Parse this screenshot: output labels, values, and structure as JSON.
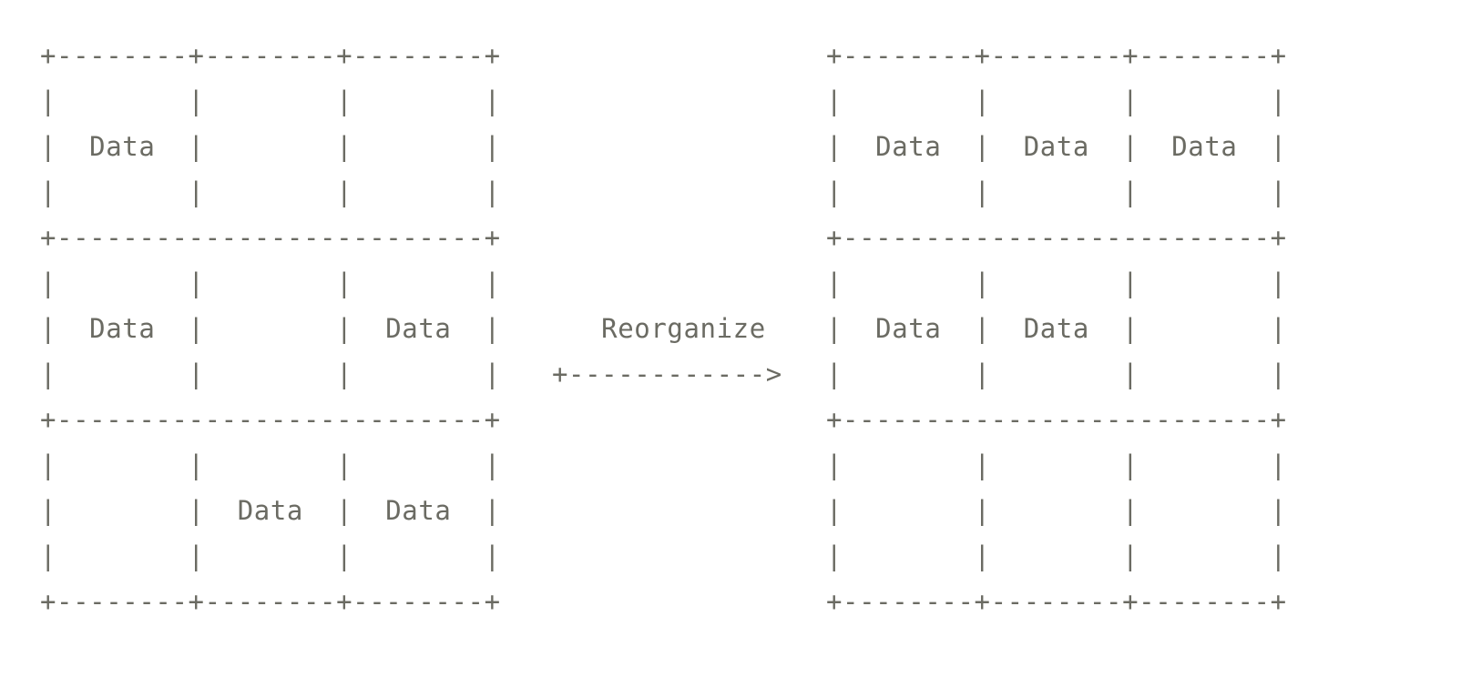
{
  "diagram": {
    "before_grid": {
      "lines": [
        "+--------+--------+--------+",
        "|        |        |        |",
        "|  Data  |        |        |",
        "|        |        |        |",
        "+--------------------------+",
        "|        |        |        |",
        "|  Data  |        |  Data  |",
        "|        |        |        |",
        "+--------------------------+",
        "|        |        |        |",
        "|        |  Data  |  Data  |",
        "|        |        |        |",
        "+--------+--------+--------+"
      ]
    },
    "transition": {
      "lines": [
        "",
        "",
        "",
        "",
        "",
        "",
        "   Reorganize",
        "+------------>",
        "",
        "",
        "",
        "",
        ""
      ]
    },
    "after_grid": {
      "lines": [
        "+--------+--------+--------+",
        "|        |        |        |",
        "|  Data  |  Data  |  Data  |",
        "|        |        |        |",
        "+--------------------------+",
        "|        |        |        |",
        "|  Data  |  Data  |        |",
        "|        |        |        |",
        "+--------------------------+",
        "|        |        |        |",
        "|        |        |        |",
        "|        |        |        |",
        "+--------+--------+--------+"
      ]
    }
  }
}
